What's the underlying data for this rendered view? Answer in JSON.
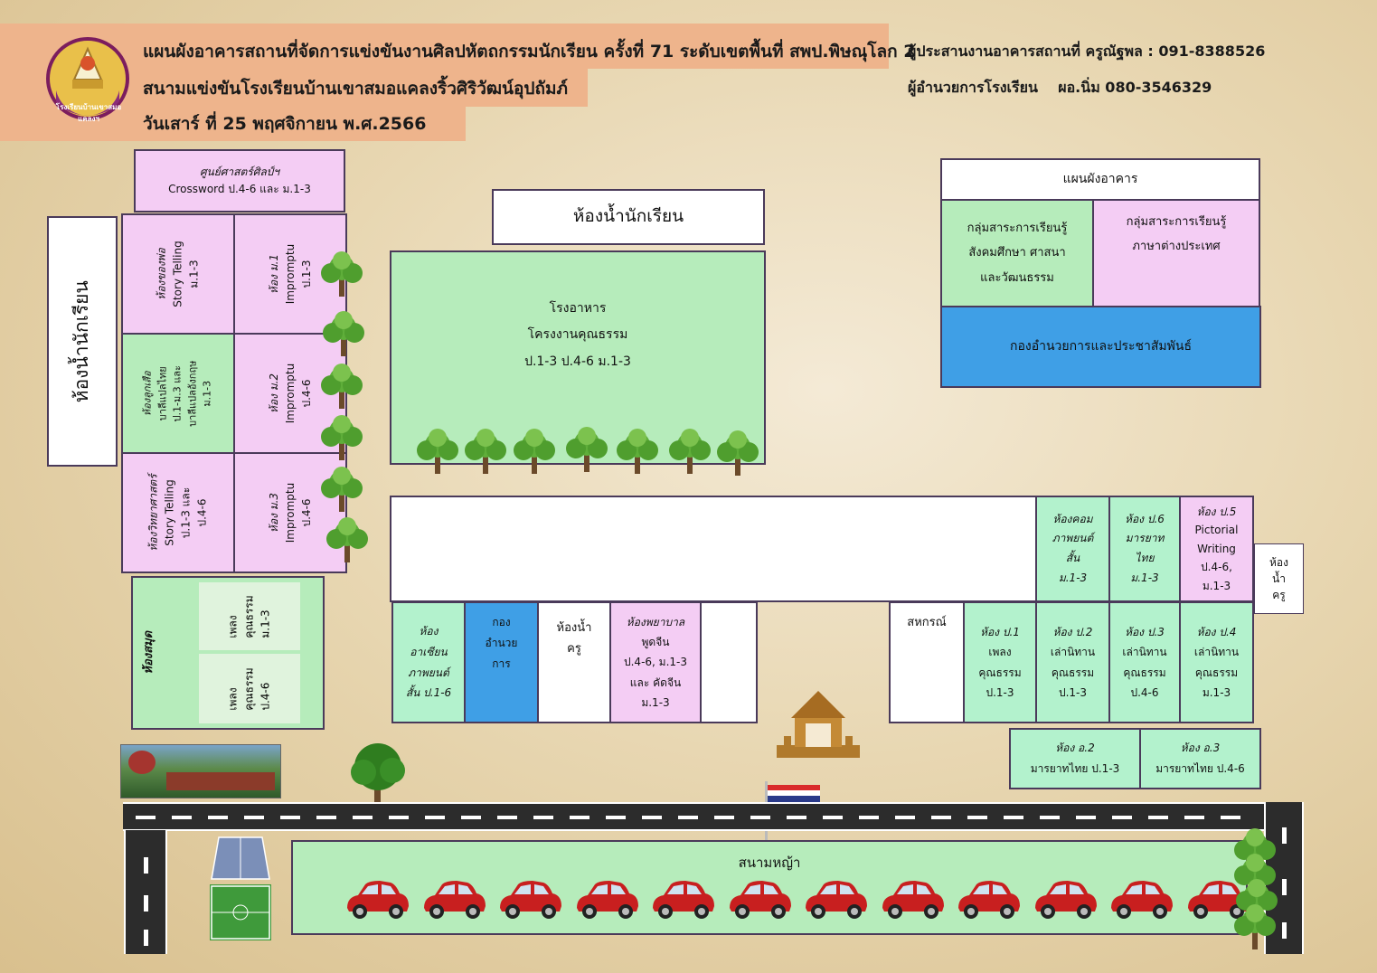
{
  "header": {
    "title_line1": "แผนผังอาคารสถานที่จัดการแข่งขันงานศิลปหัตถกรรมนักเรียน ครั้งที่ 71 ระดับเขตพื้นที่ สพป.พิษณุโลก 2",
    "title_line2": "สนามแข่งขันโรงเรียนบ้านเขาสมอแคลงริ้วศิริวัฒน์อุปถัมภ์",
    "title_line3": "วันเสาร์ ที่ 25 พฤศจิกายน พ.ศ.2566",
    "coordinator": "ผู้ประสานงานอาคารสถานที่ ครูณัฐพล : 091-8388526",
    "director": "ผู้อำนวยการโรงเรียน    ผอ.นิ่ม 080-3546329",
    "logo_text": "โรงเรียนบ้านเขาสมอแคลงฯ"
  },
  "colors": {
    "pink": "#f4cdf4",
    "green": "#b6ecbb",
    "mint": "#b3f2cd",
    "blue": "#3f9fe6",
    "header": "#eeb48c"
  },
  "rooms": {
    "art_center": {
      "name": "ศูนย์ศาสตร์ศิลป์ฯ",
      "event": "Crossword ป.4-6 และ ม.1-3"
    },
    "toilet_students_left": "ห้องน้ำนักเรียน",
    "toilet_students_top": "ห้องน้ำนักเรียน",
    "rm_khongpor": [
      "ห้องของพ่อ",
      "Story Telling",
      "ม.1-3"
    ],
    "rm_m1": [
      "ห้อง ม.1",
      "Impromptu",
      "ป.1-3"
    ],
    "rm_luksuea": [
      "ห้องลูกเสือ",
      "บาลีแปลไทย",
      "ป.1-ม.3 และ",
      "บาลีแปลอังกฤษ",
      "ม.1-3"
    ],
    "rm_m2": [
      "ห้อง ม.2",
      "Impromptu",
      "ป.4-6"
    ],
    "rm_science": [
      "ห้องวิทยาศาสตร์",
      "Story Telling",
      "ป.1-3 และ",
      "ป.4-6"
    ],
    "rm_m3": [
      "ห้อง ม.3",
      "Impromptu",
      "ป.4-6"
    ],
    "library": "ห้องสมุด",
    "library_sub1": [
      "เพลง",
      "คุณธรรม",
      "ม.1-3"
    ],
    "library_sub2": [
      "เพลง",
      "คุณธรรม",
      "ป.4-6"
    ],
    "canteen": [
      "โรงอาหาร",
      "โครงงานคุณธรรม",
      "ป.1-3 ป.4-6 ม.1-3"
    ],
    "rm_asean": [
      "ห้อง",
      "อาเซียน",
      "ภาพยนต์",
      "สั้น ป.1-6"
    ],
    "rm_admin": [
      "กอง",
      "อำนวย",
      "การ"
    ],
    "rm_teacher_toilet": [
      "ห้องน้ำ",
      "ครู"
    ],
    "rm_nurse": [
      "ห้องพยาบาล",
      "พูดจีน",
      "ป.4-6, ม.1-3",
      "และ คัดจีน",
      "ม.1-3"
    ],
    "coop": "สหกรณ์",
    "rm_p1": [
      "ห้อง ป.1",
      "เพลง",
      "คุณธรรม",
      "ป.1-3"
    ],
    "rm_p2": [
      "ห้อง ป.2",
      "เล่านิทาน",
      "คุณธรรม",
      "ป.1-3"
    ],
    "rm_p3": [
      "ห้อง ป.3",
      "เล่านิทาน",
      "คุณธรรม",
      "ป.4-6"
    ],
    "rm_p4": [
      "ห้อง ป.4",
      "เล่านิทาน",
      "คุณธรรม",
      "ม.1-3"
    ],
    "rm_computer": [
      "ห้องคอม",
      "ภาพยนต์",
      "สั้น",
      "ม.1-3"
    ],
    "rm_p6": [
      "ห้อง ป.6",
      "มารยาท",
      "ไทย",
      "ม.1-3"
    ],
    "rm_p5": [
      "ห้อง ป.5",
      "Pictorial",
      "Writing",
      "ป.4-6,",
      "ม.1-3"
    ],
    "rm_teacher_toilet2": [
      "ห้อง",
      "น้ำ",
      "ครู"
    ],
    "rm_a2": [
      "ห้อง อ.2",
      "มารยาทไทย ป.1-3"
    ],
    "rm_a3": [
      "ห้อง อ.3",
      "มารยาทไทย ป.4-6"
    ],
    "lawn": "สนามหญ้า"
  },
  "legend": {
    "title": "แผนผังอาคาร",
    "social": [
      "กลุ่มสาระการเรียนรู้",
      "สังคมศึกษา ศาสนา",
      "และวัฒนธรรม"
    ],
    "foreign": [
      "กลุ่มสาระการเรียนรู้",
      "ภาษาต่างประเทศ"
    ],
    "admin": "กองอำนวยการและประชาสัมพันธ์"
  },
  "icons": [
    "tree-icon",
    "car-icon",
    "flag-icon",
    "shrine-icon",
    "sports-field-icon",
    "school-photo"
  ]
}
